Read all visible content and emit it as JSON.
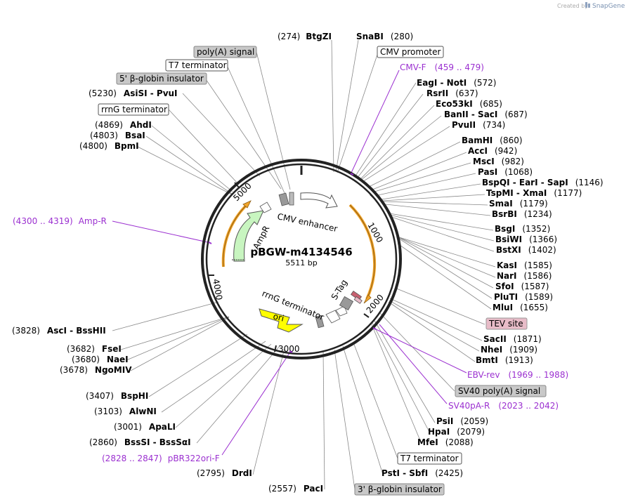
{
  "header": {
    "created_by": "Created by",
    "brand": "SnapGene"
  },
  "plasmid": {
    "name": "pBGW-m4134546",
    "length": "5511 bp",
    "total_bp": 5511
  },
  "ticks": [
    "1000",
    "2000",
    "3000",
    "4000",
    "5000"
  ],
  "inner_labels": {
    "cmv_enhancer": "CMV enhancer",
    "ampr": "AmpR",
    "rrng": "rrnG terminator",
    "stag": "S-Tag",
    "ori": "ori"
  },
  "enzymes": [
    {
      "name": "BtgZI",
      "pos": "(274)",
      "bp": 274
    },
    {
      "name": "SnaBI",
      "pos": "(280)",
      "bp": 280
    },
    {
      "name": "EagI  -  NotI",
      "pos": "(572)",
      "bp": 572
    },
    {
      "name": "RsrII",
      "pos": "(637)",
      "bp": 637
    },
    {
      "name": "Eco53kI",
      "pos": "(685)",
      "bp": 685
    },
    {
      "name": "BanII  -  SacI",
      "pos": "(687)",
      "bp": 687
    },
    {
      "name": "PvuII",
      "pos": "(734)",
      "bp": 734
    },
    {
      "name": "BamHI",
      "pos": "(860)",
      "bp": 860
    },
    {
      "name": "AccI",
      "pos": "(942)",
      "bp": 942
    },
    {
      "name": "MscI",
      "pos": "(982)",
      "bp": 982
    },
    {
      "name": "PasI",
      "pos": "(1068)",
      "bp": 1068
    },
    {
      "name": "BspQI  -  EarI  -  SapI",
      "pos": "(1146)",
      "bp": 1146
    },
    {
      "name": "TspMI  -  XmaI",
      "pos": "(1177)",
      "bp": 1177
    },
    {
      "name": "SmaI",
      "pos": "(1179)",
      "bp": 1179
    },
    {
      "name": "BsrBI",
      "pos": "(1234)",
      "bp": 1234
    },
    {
      "name": "BsgI",
      "pos": "(1352)",
      "bp": 1352
    },
    {
      "name": "BsiWI",
      "pos": "(1366)",
      "bp": 1366
    },
    {
      "name": "BstXI",
      "pos": "(1402)",
      "bp": 1402
    },
    {
      "name": "KasI",
      "pos": "(1585)",
      "bp": 1585
    },
    {
      "name": "NarI",
      "pos": "(1586)",
      "bp": 1586
    },
    {
      "name": "SfoI",
      "pos": "(1587)",
      "bp": 1587
    },
    {
      "name": "PluTI",
      "pos": "(1589)",
      "bp": 1589
    },
    {
      "name": "MluI",
      "pos": "(1655)",
      "bp": 1655
    },
    {
      "name": "SacII",
      "pos": "(1871)",
      "bp": 1871
    },
    {
      "name": "NheI",
      "pos": "(1909)",
      "bp": 1909
    },
    {
      "name": "BmtI",
      "pos": "(1913)",
      "bp": 1913
    },
    {
      "name": "PsiI",
      "pos": "(2059)",
      "bp": 2059
    },
    {
      "name": "HpaI",
      "pos": "(2079)",
      "bp": 2079
    },
    {
      "name": "MfeI",
      "pos": "(2088)",
      "bp": 2088
    },
    {
      "name": "PstI  -  SbfI",
      "pos": "(2425)",
      "bp": 2425
    },
    {
      "name": "PacI",
      "pos": "(2557)",
      "bp": 2557
    },
    {
      "name": "DrdI",
      "pos": "(2795)",
      "bp": 2795
    },
    {
      "name": "BssSI  -  BssSαI",
      "pos": "(2860)",
      "bp": 2860
    },
    {
      "name": "ApaLI",
      "pos": "(3001)",
      "bp": 3001
    },
    {
      "name": "AlwNI",
      "pos": "(3103)",
      "bp": 3103
    },
    {
      "name": "BspHI",
      "pos": "(3407)",
      "bp": 3407
    },
    {
      "name": "NgoMIV",
      "pos": "(3678)",
      "bp": 3678
    },
    {
      "name": "NaeI",
      "pos": "(3680)",
      "bp": 3680
    },
    {
      "name": "FseI",
      "pos": "(3682)",
      "bp": 3682
    },
    {
      "name": "AscI  -  BssHII",
      "pos": "(3828)",
      "bp": 3828
    },
    {
      "name": "BpmI",
      "pos": "(4800)",
      "bp": 4800
    },
    {
      "name": "BsaI",
      "pos": "(4803)",
      "bp": 4803
    },
    {
      "name": "AhdI",
      "pos": "(4869)",
      "bp": 4869
    },
    {
      "name": "AsiSI  -  PvuI",
      "pos": "(5230)",
      "bp": 5230
    }
  ],
  "features": [
    {
      "label": "CMV promoter",
      "style": "white"
    },
    {
      "label": "poly(A) signal",
      "style": "grey"
    },
    {
      "label": "T7 terminator",
      "style": "white"
    },
    {
      "label": "5' β-globin insulator",
      "style": "grey"
    },
    {
      "label": "rrnG terminator",
      "style": "white"
    },
    {
      "label": "TEV site",
      "style": "pink"
    },
    {
      "label": "SV40 poly(A) signal",
      "style": "grey"
    },
    {
      "label": "T7 terminator",
      "style": "white"
    },
    {
      "label": "3' β-globin insulator",
      "style": "grey"
    }
  ],
  "primers": [
    {
      "name": "CMV-F",
      "range": "(459 .. 479)"
    },
    {
      "name": "Amp-R",
      "range": "(4300 .. 4319)"
    },
    {
      "name": "EBV-rev",
      "range": "(1969 .. 1988)"
    },
    {
      "name": "SV40pA-R",
      "range": "(2023 .. 2042)"
    },
    {
      "name": "pBR322ori-F",
      "range": "(2828 .. 2847)"
    }
  ],
  "colors": {
    "backbone": "#222222",
    "orf_orange": "#f2a52b",
    "ampr_green": "#c8f5c0",
    "ori_yellow": "#ffff00",
    "primer": "#9b30d0",
    "tev_pink": "#e8bcc8",
    "grey_box": "#c8c8c8"
  }
}
